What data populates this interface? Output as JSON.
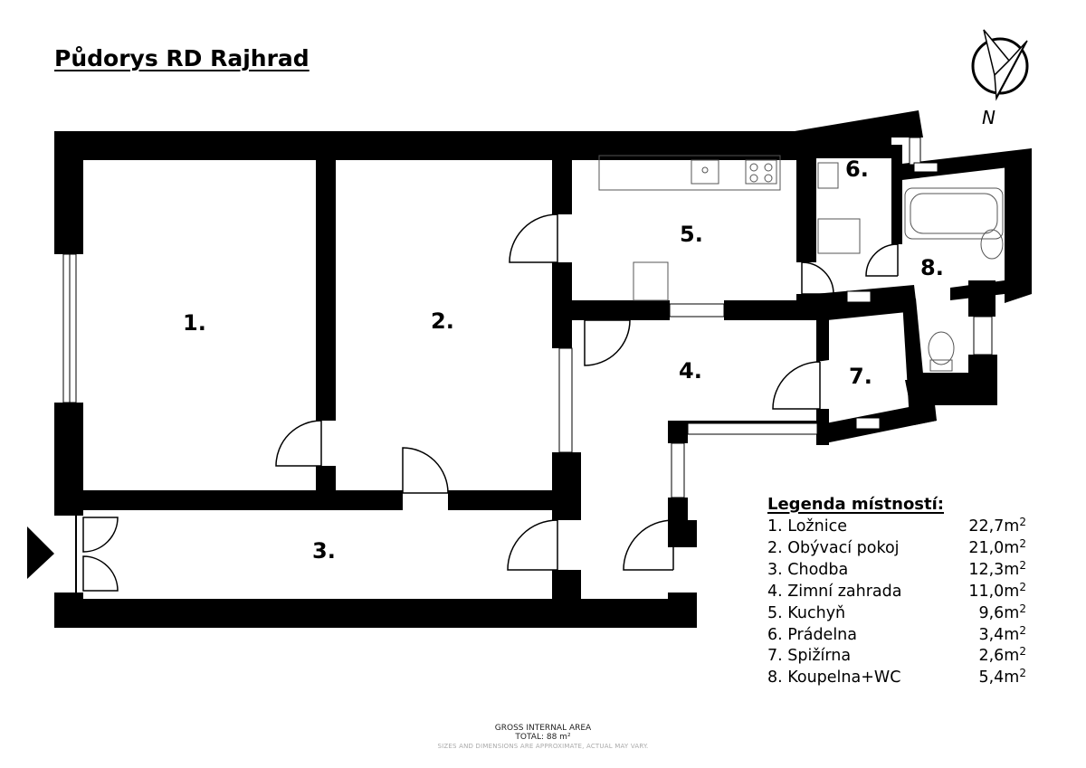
{
  "title": "Půdorys RD Rajhrad",
  "compass": {
    "letter": "N"
  },
  "rooms": [
    {
      "number": "1.",
      "name": "Ložnice",
      "area": "22,7m",
      "unit_sup": "2"
    },
    {
      "number": "2.",
      "name": "Obývací pokoj",
      "area": "21,0m",
      "unit_sup": "2"
    },
    {
      "number": "3.",
      "name": "Chodba",
      "area": "12,3m",
      "unit_sup": "2"
    },
    {
      "number": "4.",
      "name": "Zimní zahrada",
      "area": "11,0m",
      "unit_sup": "2"
    },
    {
      "number": "5.",
      "name": "Kuchyň",
      "area": "9,6m",
      "unit_sup": "2"
    },
    {
      "number": "6.",
      "name": "Prádelna",
      "area": "3,4m",
      "unit_sup": "2"
    },
    {
      "number": "7.",
      "name": "Spižírna",
      "area": "2,6m",
      "unit_sup": "2"
    },
    {
      "number": "8.",
      "name": "Koupelna+WC",
      "area": "5,4m",
      "unit_sup": "2"
    }
  ],
  "legend": {
    "title": "Legenda místností:"
  },
  "footer": {
    "line1": "GROSS INTERNAL AREA",
    "line2": "TOTAL: 88 m²",
    "line3": "SIZES AND DIMENSIONS ARE APPROXIMATE, ACTUAL MAY VARY."
  },
  "colors": {
    "wall": "#000000",
    "window": "#ffffff",
    "fixture": "#555555",
    "background": "#ffffff"
  }
}
